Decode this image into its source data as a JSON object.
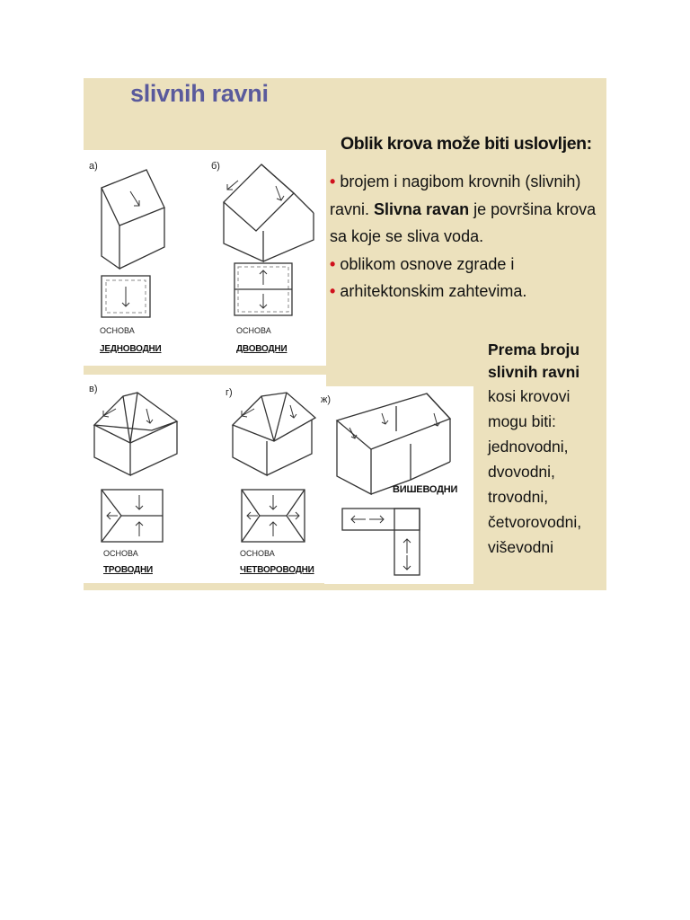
{
  "title": "slivnih ravni",
  "heading": "Oblik krova može biti uslovljen:",
  "bullets": {
    "b1_line1": "brojem i nagibom krovnih (slivnih)",
    "b1_line2_a": "ravni. ",
    "b1_line2_bold": "Slivna ravan",
    "b1_line2_b": " je površina krova",
    "b1_line3": "sa koje se sliva voda.",
    "b2": "oblikom osnove zgrade i",
    "b3": "arhitektonskim zahtevima."
  },
  "prema": [
    "Prema broju",
    "slivnih ravni"
  ],
  "types_intro": [
    "kosi krovovi",
    "mogu biti:"
  ],
  "types": [
    "jednovodni,",
    "dvovodni,",
    "trovodni,",
    "četvorovodni,",
    "viševodni"
  ],
  "figures": {
    "a": {
      "index": "а)",
      "osnova": "ОСНОВА",
      "name": "ЈЕДНОВОДНИ"
    },
    "b": {
      "index": "б)",
      "osnova": "ОСНОВА",
      "name": "ДВОВОДНИ"
    },
    "v": {
      "index": "в)",
      "osnova": "ОСНОВА",
      "name": "ТРОВОДНИ"
    },
    "g": {
      "index": "г)",
      "osnova": "ОСНОВА",
      "name": "ЧЕТВОРОВОДНИ"
    },
    "zh": {
      "index": "ж)",
      "name": "ВИШЕВОДНИ"
    }
  },
  "colors": {
    "slide_bg": "#ece1bd",
    "title": "#5a5a9c",
    "bullet": "#d0101c"
  }
}
